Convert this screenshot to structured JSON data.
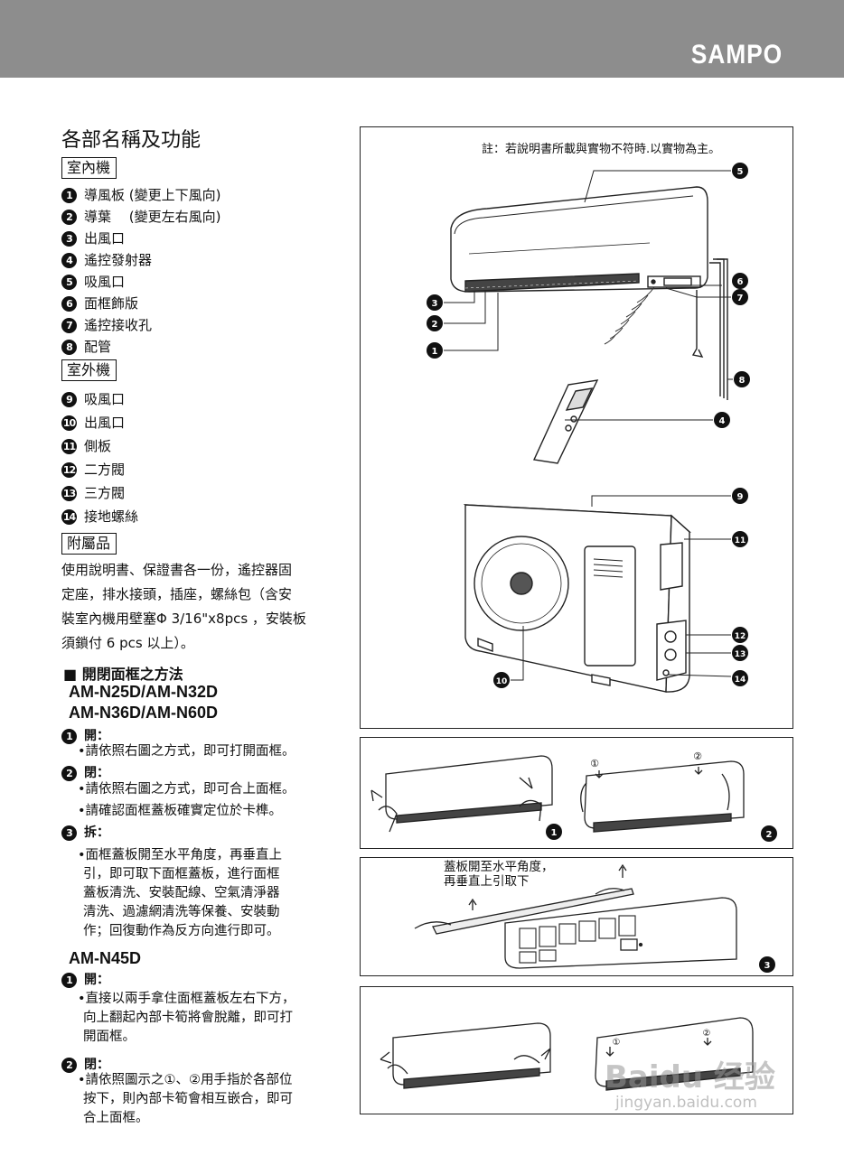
{
  "header": {
    "brand": "SAMPO"
  },
  "section_title": "各部名稱及功能",
  "indoor": {
    "label": "室內機",
    "items": [
      {
        "n": "1",
        "text": "導風板 (變更上下風向)"
      },
      {
        "n": "2",
        "text": "導葉　 (變更左右風向)"
      },
      {
        "n": "3",
        "text": "出風口"
      },
      {
        "n": "4",
        "text": "遙控發射器"
      },
      {
        "n": "5",
        "text": "吸風口"
      },
      {
        "n": "6",
        "text": "面框飾版"
      },
      {
        "n": "7",
        "text": "遙控接收孔"
      },
      {
        "n": "8",
        "text": "配管"
      }
    ]
  },
  "outdoor": {
    "label": "室外機",
    "items": [
      {
        "n": "9",
        "text": "吸風口"
      },
      {
        "n": "10",
        "text": "出風口"
      },
      {
        "n": "11",
        "text": "側板"
      },
      {
        "n": "12",
        "text": "二方閥"
      },
      {
        "n": "13",
        "text": "三方閥"
      },
      {
        "n": "14",
        "text": "接地螺絲"
      }
    ]
  },
  "accessories": {
    "label": "附屬品",
    "lines": [
      "使用說明書、保證書各一份，遙控器固",
      "定座，排水接頭，插座，螺絲包（含安",
      "裝室內機用壁塞Φ 3/16\"x8pcs ，安裝板",
      "須鎖付 6 pcs 以上）。"
    ]
  },
  "panel_method": {
    "heading": "■  開閉面框之方法",
    "models_a": [
      "AM-N25D/AM-N32D",
      "AM-N36D/AM-N60D"
    ],
    "open_label": "開：",
    "open_text": "•請依照右圖之方式，即可打開面框。",
    "close_label": "閉：",
    "close_text_1": "•請依照右圖之方式，即可合上面框。",
    "close_text_2": "•請確認面框蓋板確實定位於卡榫。",
    "remove_label": "拆：",
    "remove_lines": [
      "•面框蓋板開至水平角度，再垂直上",
      "引，即可取下面框蓋板，進行面框",
      "蓋板清洗、安裝配線、空氣清淨器",
      "清洗、過濾網清洗等保養、安裝動",
      "作；回復動作為反方向進行即可。"
    ],
    "model_b": "AM-N45D",
    "b_open_label": "開：",
    "b_open_lines": [
      "•直接以兩手拿住面框蓋板左右下方，",
      "向上翻起內部卡筍將會脫離，即可打",
      "開面框。"
    ],
    "b_close_label": "閉：",
    "b_close_lines": [
      "•請依照圖示之①、②用手指於各部位",
      "按下，則內部卡筍會相互嵌合，即可",
      "合上面框。"
    ]
  },
  "diagram": {
    "note": "註：若說明書所載與實物不符時.以實物為主。",
    "callouts": [
      "1",
      "2",
      "3",
      "4",
      "5",
      "6",
      "7",
      "8",
      "9",
      "10",
      "11",
      "12",
      "13",
      "14"
    ],
    "fig3_caption_1": "蓋板開至水平角度，",
    "fig3_caption_2": "再垂直上引取下",
    "fig_nums": [
      "1",
      "2",
      "3"
    ],
    "circled_1": "①",
    "circled_2": "②"
  },
  "watermark": {
    "text": "Baidu 经验",
    "url": "jingyan.baidu.com"
  }
}
